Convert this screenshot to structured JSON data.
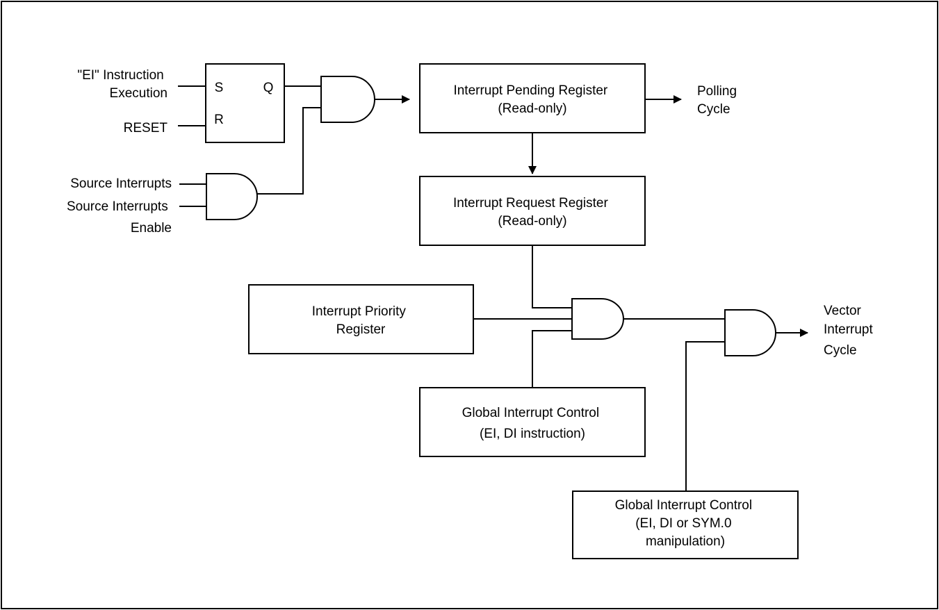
{
  "flipflop": {
    "set_label": "S",
    "reset_label": "R",
    "output_label": "Q"
  },
  "inputs": {
    "ei_instruction": [
      "\"EI\" Instruction",
      "Execution"
    ],
    "reset": "RESET",
    "source_interrupts": "Source Interrupts",
    "source_interrupts_enable": [
      "Source Interrupts",
      "Enable"
    ]
  },
  "blocks": {
    "pending_register": [
      "Interrupt Pending Register",
      "(Read-only)"
    ],
    "request_register": [
      "Interrupt Request Register",
      "(Read-only)"
    ],
    "priority_register": [
      "Interrupt Priority",
      "Register"
    ],
    "global_control_1": [
      "Global Interrupt Control",
      "(EI, DI instruction)"
    ],
    "global_control_2": [
      "Global Interrupt Control",
      "(EI, DI or SYM.0",
      "manipulation)"
    ]
  },
  "outputs": {
    "polling_cycle": [
      "Polling",
      "Cycle"
    ],
    "vector_interrupt_cycle": [
      "Vector",
      "Interrupt",
      "Cycle"
    ]
  },
  "colors": {
    "line": "#000000",
    "background": "#ffffff"
  }
}
